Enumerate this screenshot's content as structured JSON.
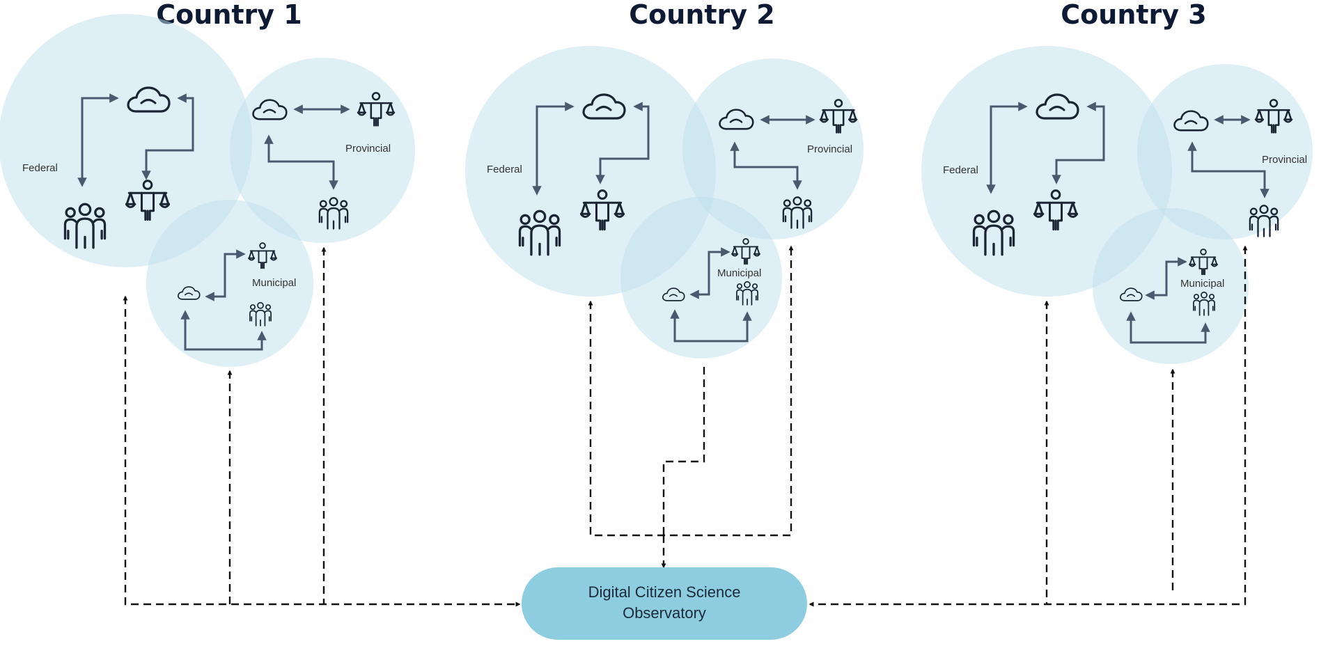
{
  "countries": [
    {
      "title": "Country 1",
      "federal": "Federal",
      "provincial": "Provincial",
      "municipal": "Municipal"
    },
    {
      "title": "Country 2",
      "federal": "Federal",
      "provincial": "Provincial",
      "municipal": "Municipal"
    },
    {
      "title": "Country 3",
      "federal": "Federal",
      "provincial": "Provincial",
      "municipal": "Municipal"
    }
  ],
  "observatory": {
    "line1": "Digital Citizen Science",
    "line2": "Observatory"
  },
  "icons": [
    "cloud-icon",
    "justice-scale-person-icon",
    "people-group-icon"
  ],
  "colors": {
    "circle_fill": "#bfe0ec",
    "observatory_fill": "#8ecde0",
    "arrow": "#4a5a6e",
    "dashed_connector": "#111111",
    "title": "#0e1a33"
  }
}
